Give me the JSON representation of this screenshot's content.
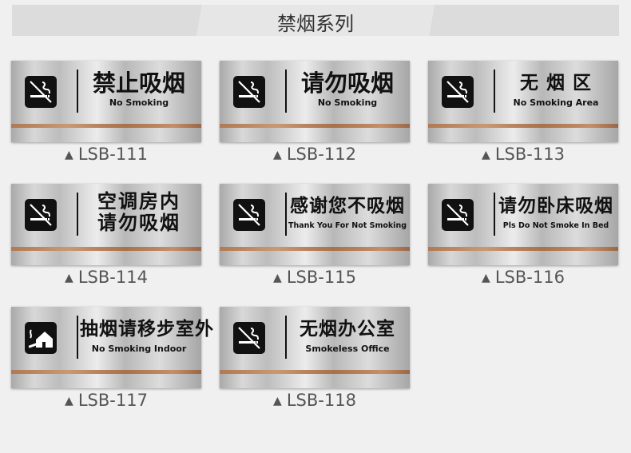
{
  "header": {
    "title": "禁烟系列"
  },
  "signs": [
    {
      "cn": "禁止吸烟",
      "en": "No Smoking",
      "code": "LSB-111",
      "icon": "no-smoking-icon"
    },
    {
      "cn": "请勿吸烟",
      "en": "No Smoking",
      "code": "LSB-112",
      "icon": "no-smoking-icon"
    },
    {
      "cn": "无 烟 区",
      "en": "No Smoking Area",
      "code": "LSB-113",
      "icon": "no-smoking-icon"
    },
    {
      "cn1": "空调房内",
      "cn2": "请勿吸烟",
      "code": "LSB-114",
      "icon": "no-smoking-icon"
    },
    {
      "cn": "感谢您不吸烟",
      "en": "Thank You For Not Smoking",
      "code": "LSB-115",
      "icon": "no-smoking-icon"
    },
    {
      "cn": "请勿卧床吸烟",
      "en": "Pls Do Not Smoke In Bed",
      "code": "LSB-116",
      "icon": "no-smoking-icon"
    },
    {
      "cn": "抽烟请移步室外",
      "en": "No Smoking Indoor",
      "code": "LSB-117",
      "icon": "smoke-outdoor-house-icon"
    },
    {
      "cn": "无烟办公室",
      "en": "Smokeless Office",
      "code": "LSB-118",
      "icon": "no-smoking-icon"
    }
  ],
  "marker": "▲"
}
